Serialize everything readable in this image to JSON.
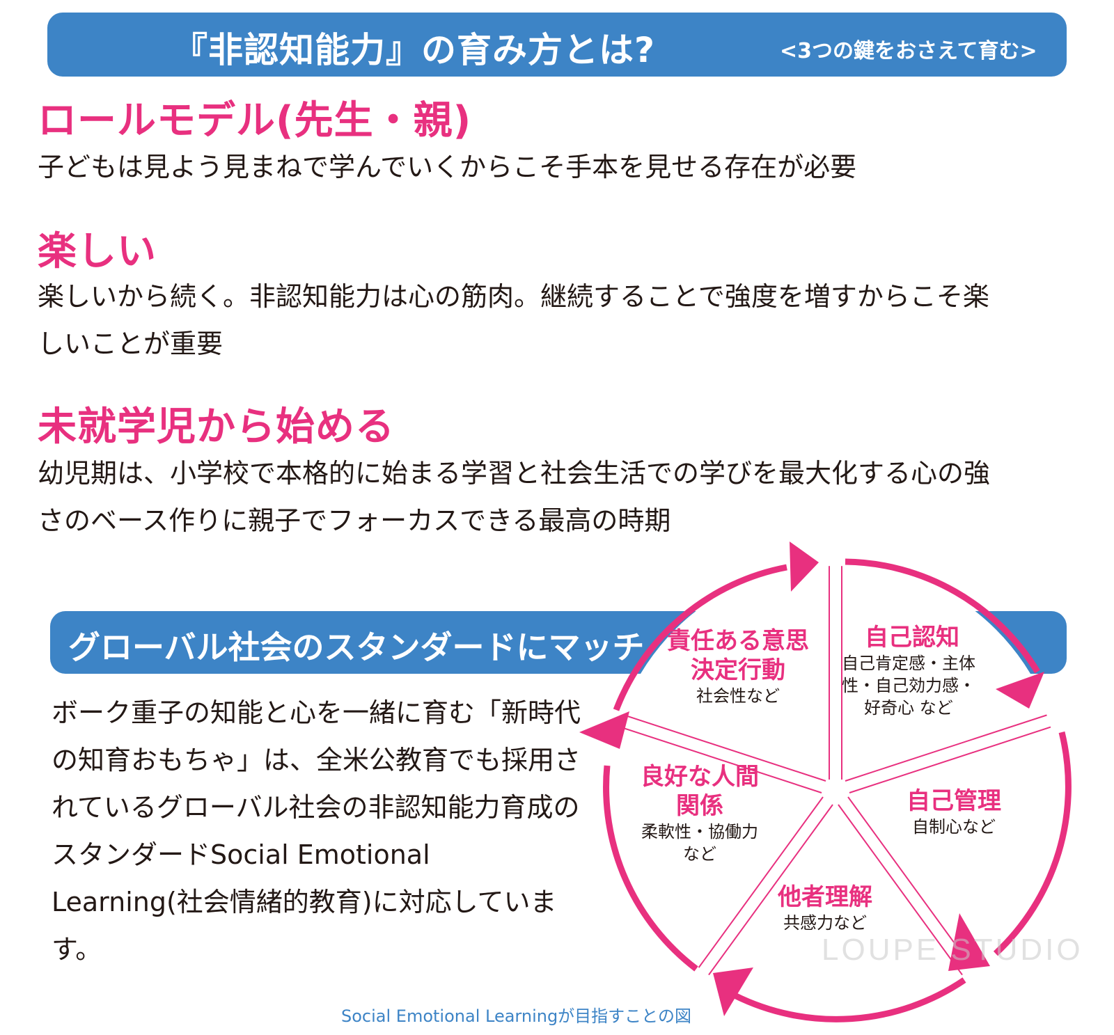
{
  "header": {
    "title": "『非認知能力』の育み方とは?",
    "subtitle": "<3つの鍵をおさえて育む>"
  },
  "sections": [
    {
      "heading": "ロールモデル(先生・親)",
      "body": "子どもは見よう見まねで学んでいくからこそ手本を見せる存在が必要"
    },
    {
      "heading": "楽しい",
      "body": "楽しいから続く。非認知能力は心の筋肉。継続することで強度を増すからこそ楽しいことが重要"
    },
    {
      "heading": "未就学児から始める",
      "body": "幼児期は、小学校で本格的に始まる学習と社会生活での学びを最大化する心の強さのベース作りに親子でフォーカスできる最高の時期"
    }
  ],
  "global": {
    "title": "グローバル社会のスタンダードにマッチ",
    "body": "ボーク重子の知能と心を一緒に育む「新時代の知育おもちゃ」は、全米公教育でも採用されているグローバル社会の非認知能力育成のスタンダードSocial Emotional Learning(社会情緒的教育)に対応しています。"
  },
  "diagram": {
    "caption": "Social Emotional Learningが目指すことの図",
    "segments": [
      {
        "title": "自己認知",
        "desc": "自己肯定感・主体性・自己効力感・好奇心 など"
      },
      {
        "title": "自己管理",
        "desc": "自制心など"
      },
      {
        "title": "他者理解",
        "desc": "共感力など"
      },
      {
        "title": "良好な人間関係",
        "desc": "柔軟性・協働力 など"
      },
      {
        "title": "責任ある意思決定行動",
        "desc": "社会性など"
      }
    ],
    "colors": {
      "accent": "#e8307f",
      "banner": "#3d84c6",
      "text": "#231815"
    }
  },
  "watermark": "LOUPE STUDIO"
}
